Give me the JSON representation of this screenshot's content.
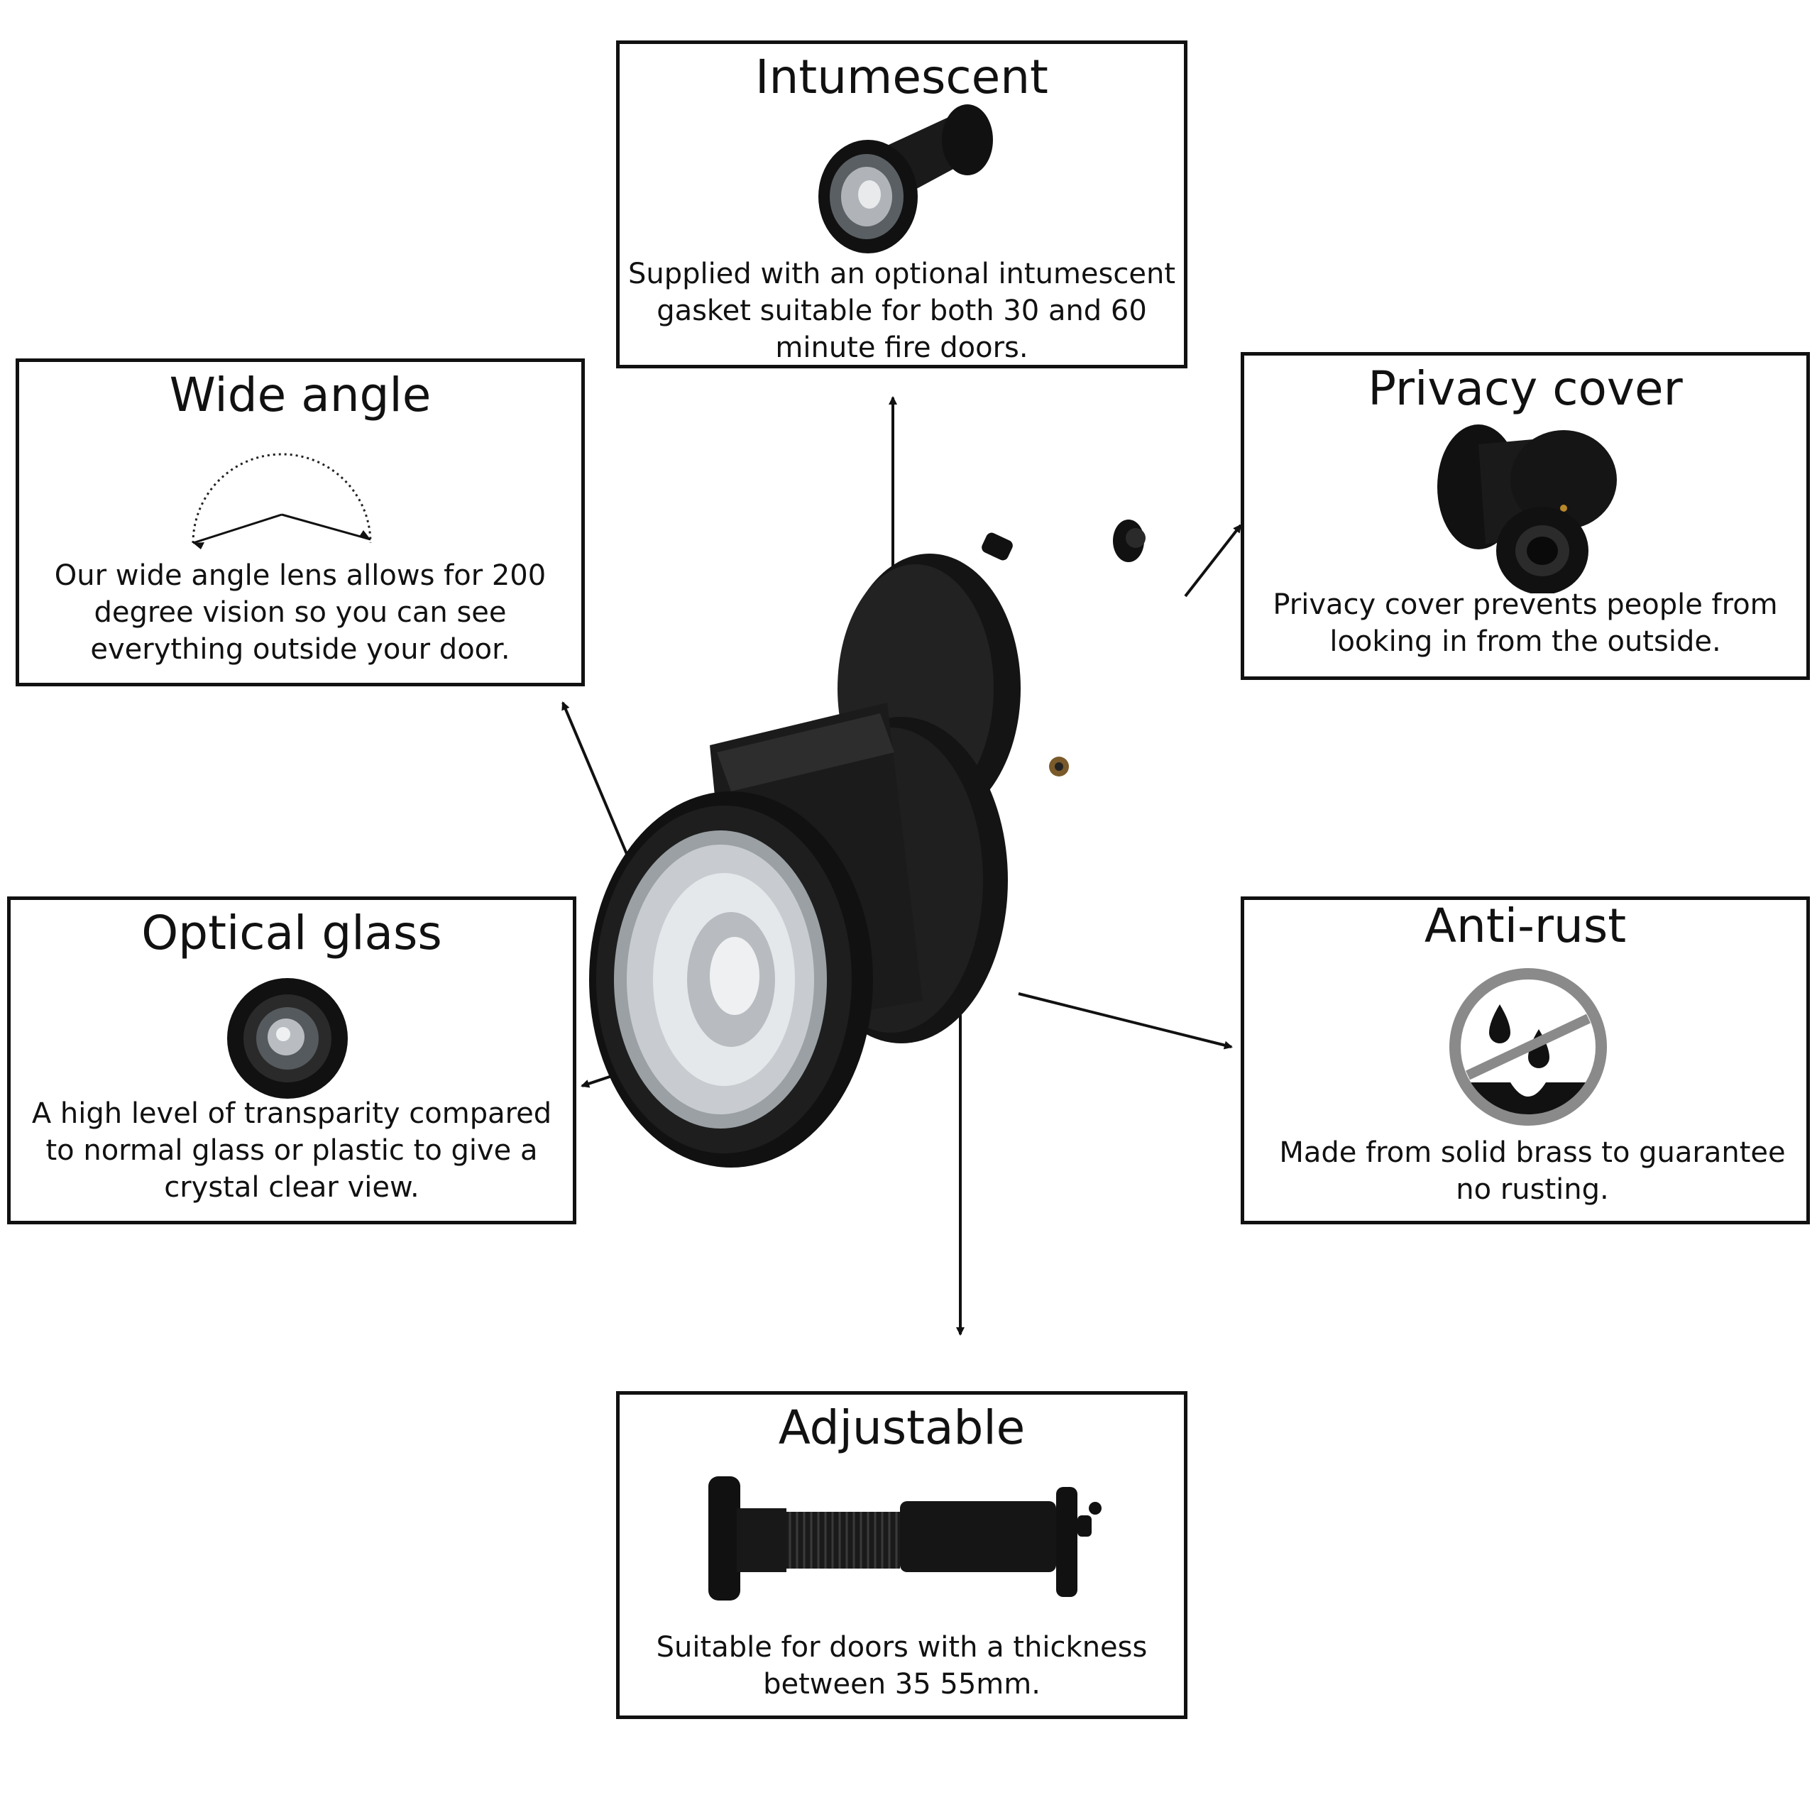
{
  "features": {
    "intumescent": {
      "title": "Intumescent",
      "description": "Supplied with an optional intumescent gasket suitable for both 30 and 60 minute fire doors."
    },
    "wide_angle": {
      "title": "Wide angle",
      "description": "Our wide angle lens allows for 200 degree vision so you can see everything outside your door."
    },
    "privacy_cover": {
      "title": "Privacy cover",
      "description": "Privacy cover prevents people from looking in from the outside."
    },
    "optical_glass": {
      "title": "Optical glass",
      "description": "A high level of transparity compared to normal glass or plastic to give a crystal clear view."
    },
    "anti_rust": {
      "title": "Anti-rust",
      "description": "Made from solid brass to guarantee no rusting."
    },
    "adjustable": {
      "title": "Adjustable",
      "description": "Suitable for doors with a thickness between 35 55mm."
    }
  },
  "icons": {
    "intumescent": "door-viewer-icon",
    "wide_angle": "angle-arc-icon",
    "privacy_cover": "privacy-cover-icon",
    "optical_glass": "lens-icon",
    "anti_rust": "no-water-icon",
    "adjustable": "adjustable-viewer-icon"
  },
  "colors": {
    "border": "#111111",
    "product": "#1a1a1a",
    "prohibition": "#8a8a8a"
  }
}
